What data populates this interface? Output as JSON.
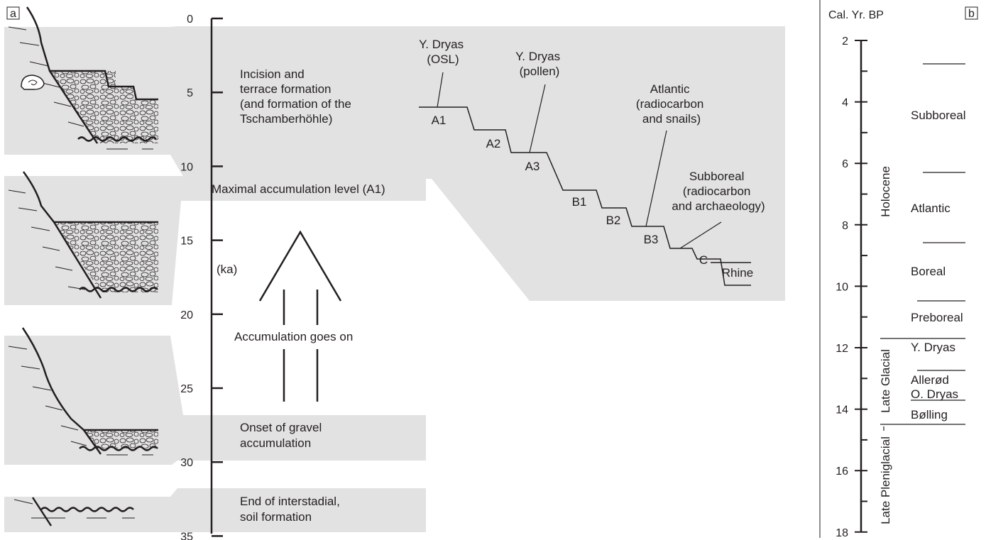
{
  "panel_a": {
    "tag": "a",
    "axis": {
      "unit": "(ka)",
      "ticks": [
        "0",
        "5",
        "10",
        "15",
        "20",
        "25",
        "30",
        "35"
      ]
    },
    "phases": {
      "incision": [
        "Incision and",
        "terrace formation",
        "(and formation of the",
        "Tschamberhöhle)"
      ],
      "maximal": "Maximal accumulation level (A1)",
      "accumulation": "Accumulation goes on",
      "onset": [
        "Onset of gravel",
        "accumulation"
      ],
      "end_interstadial": [
        "End of interstadial,",
        "soil formation"
      ]
    },
    "terraces": {
      "levels": [
        "A1",
        "A2",
        "A3",
        "B1",
        "B2",
        "B3",
        "C",
        "Rhine"
      ],
      "annotations": {
        "a1_dating": [
          "Y. Dryas",
          "(OSL)"
        ],
        "a3_dating": [
          "Y. Dryas",
          "(pollen)"
        ],
        "b3_dating": [
          "Atlantic",
          "(radiocarbon",
          "and snails)"
        ],
        "c_dating": [
          "Subboreal",
          "(radiocarbon",
          "and archaeology)"
        ]
      }
    }
  },
  "panel_b": {
    "tag": "b",
    "axis_title": "Cal. Yr. BP",
    "ticks": [
      "2",
      "4",
      "6",
      "8",
      "10",
      "12",
      "14",
      "16",
      "18"
    ],
    "epochs": [
      "Holocene",
      "Late Glacial",
      "Late Pleniglacial"
    ],
    "zones": [
      "Subboreal",
      "Atlantic",
      "Boreal",
      "Preboreal",
      "Y. Dryas",
      "Allerød",
      "O. Dryas",
      "Bølling"
    ]
  },
  "colors": {
    "band": "#e2e2e2",
    "ink": "#231f20",
    "background": "#ffffff"
  }
}
